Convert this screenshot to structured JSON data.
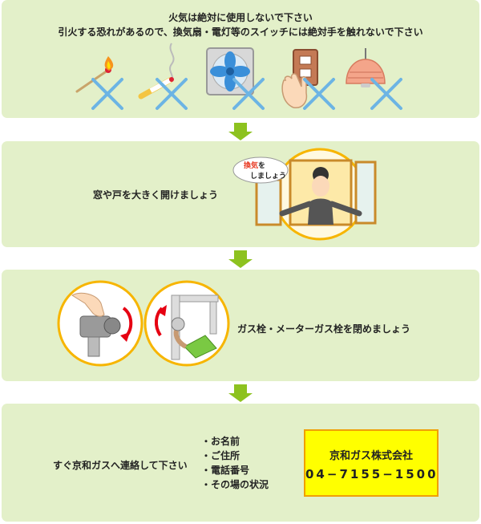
{
  "warning": {
    "line1": "火気は絶対に使用しないで下さい",
    "line2": "引火する恐れがあるので、換気扇・電灯等のスイッチには絶対手を触れないで下さい"
  },
  "step2": {
    "text": "窓や戸を大きく開けましょう",
    "bubble_word": "換気",
    "bubble_rest": "を",
    "bubble_line2": "しましょう"
  },
  "step3": {
    "text": "ガス栓・メーターガス栓を閉めましょう"
  },
  "step4": {
    "text": "すぐ京和ガスへ連絡して下さい",
    "items": [
      "・お名前",
      "・ご住所",
      "・電話番号",
      "・その場の状況"
    ],
    "company": "京和ガス株式会社",
    "phone": "04−7155−1500"
  },
  "colors": {
    "panel": "#e3f0c9",
    "arrow": "#8dc21f",
    "cross": "#6cb4e4",
    "box": "#ffff00",
    "box_border": "#f0a000"
  }
}
